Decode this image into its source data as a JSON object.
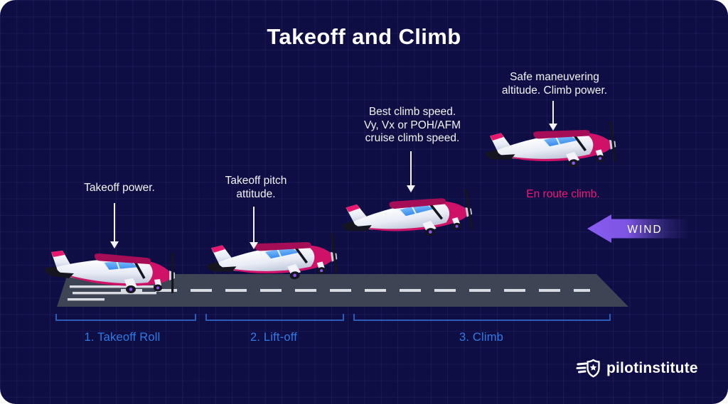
{
  "title": "Takeoff and Climb",
  "annotations": {
    "takeoff_power": "Takeoff power.",
    "takeoff_pitch": "Takeoff pitch\nattitude.",
    "best_climb": "Best climb speed.\nVy, Vx or POH/AFM\ncruise climb speed.",
    "safe_altitude": "Safe maneuvering\naltitude. Climb power.",
    "en_route": "En route climb."
  },
  "wind": {
    "label": "WIND"
  },
  "phases": [
    {
      "label": "1. Takeoff Roll"
    },
    {
      "label": "2. Lift-off"
    },
    {
      "label": "3. Climb"
    }
  ],
  "logo": {
    "text": "pilotinstitute"
  },
  "icons": {
    "annotation_arrows": "down-arrow",
    "wind_arrow": "left-arrow",
    "logo_badge": "winged-star-shield",
    "airplanes": "cessna-side-view"
  },
  "colors": {
    "background": "#0e0d44",
    "grid_line": "#23225c",
    "title_text": "#ffffff",
    "annotation_text": "#f2f2f7",
    "pink_accent": "#ee1a78",
    "phase_text_blue": "#2f7ce6",
    "bracket_blue": "#2b5cb8",
    "wind_purple": "#8a5cf2",
    "runway_gray": "#3d4454",
    "runway_marking": "#d9dbe3",
    "plane_magenta": "#cf1168",
    "plane_wing_maroon": "#a50d56",
    "plane_window_blue": "#3f97f2",
    "wheel_hub_purple": "#8a55f2"
  }
}
